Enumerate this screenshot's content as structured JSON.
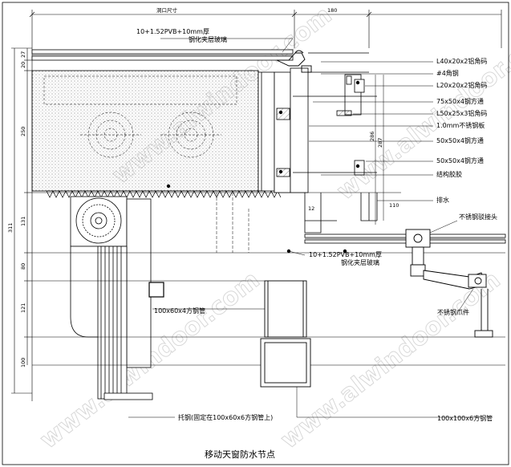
{
  "dimensions": {
    "top_left": "洞口尺寸",
    "top_mid": "180",
    "left": [
      "27",
      "20",
      "250",
      "131",
      "80",
      "121",
      "100",
      "311"
    ],
    "mid_vertical": [
      "286",
      "287"
    ],
    "small": [
      "12",
      "110"
    ]
  },
  "labels": {
    "glass_top": "10+1.52PVB+10mm厚",
    "glass_top_sub": "钢化夹层玻璃",
    "angle_1": "L40x20x2铝角码",
    "hook": "#4角钢",
    "angle_2": "L20x20x2铝角码",
    "tube_75": "75x50x4钢方通",
    "angle_3": "L50x25x3铝角码",
    "plate": "1.0mm不锈钢板",
    "tube_50": "50x50x4钢方通",
    "tube_50b": "50x50x4钢方通",
    "sealant": "结构胶胶",
    "gutter": "排水",
    "fitting_head": "不锈钢驳接头",
    "glass_bot": "10+1.52PVB+10mm厚",
    "glass_bot_sub": "钢化夹层玻璃",
    "tube_100_60": "100x60x4方钢管",
    "claw": "不锈钢爪件",
    "bracket": "托钢(固定在100x60x6方钢管上)",
    "tube_100_100": "100x100x6方钢管"
  },
  "caption": "移动天窗防水节点",
  "watermark": "www.alwindoor.com"
}
